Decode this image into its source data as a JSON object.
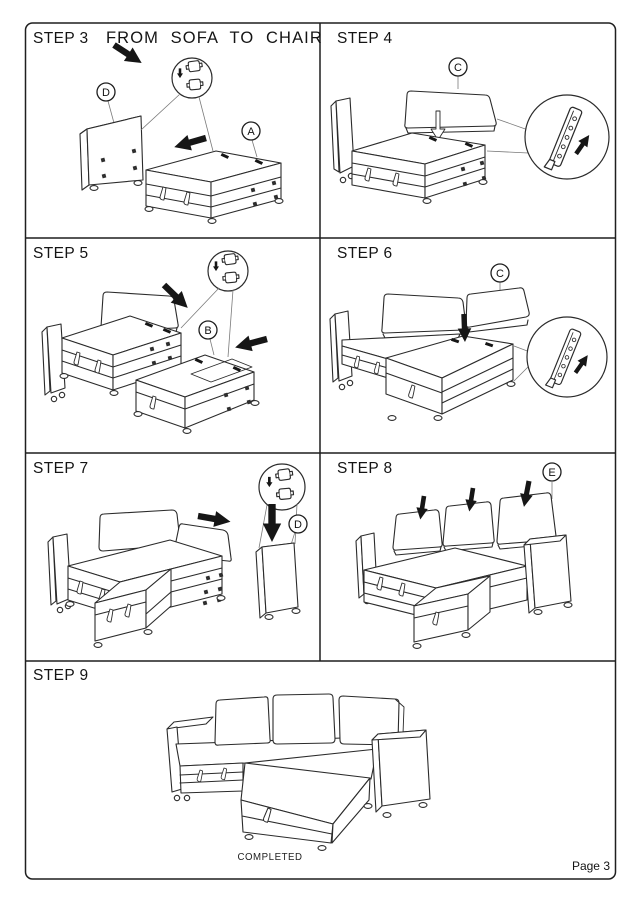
{
  "document": {
    "title": "FROM  SOFA  TO  CHAIR",
    "completed_caption": "COMPLETED",
    "page_number": "Page 3",
    "ink_color": "#2b2b2b"
  },
  "steps": [
    {
      "label": "STEP 3",
      "callouts": [
        "D",
        "A"
      ],
      "detail_inset": "clip-brackets"
    },
    {
      "label": "STEP 4",
      "callouts": [
        "C"
      ],
      "detail_inset": "mounting-rail"
    },
    {
      "label": "STEP 5",
      "callouts": [
        "B"
      ],
      "detail_inset": "clip-brackets"
    },
    {
      "label": "STEP 6",
      "callouts": [
        "C"
      ],
      "detail_inset": "mounting-rail"
    },
    {
      "label": "STEP 7",
      "callouts": [
        "D"
      ],
      "detail_inset": "clip-brackets"
    },
    {
      "label": "STEP 8",
      "callouts": [
        "E"
      ],
      "detail_inset": ""
    },
    {
      "label": "STEP 9",
      "callouts": [],
      "detail_inset": ""
    }
  ]
}
